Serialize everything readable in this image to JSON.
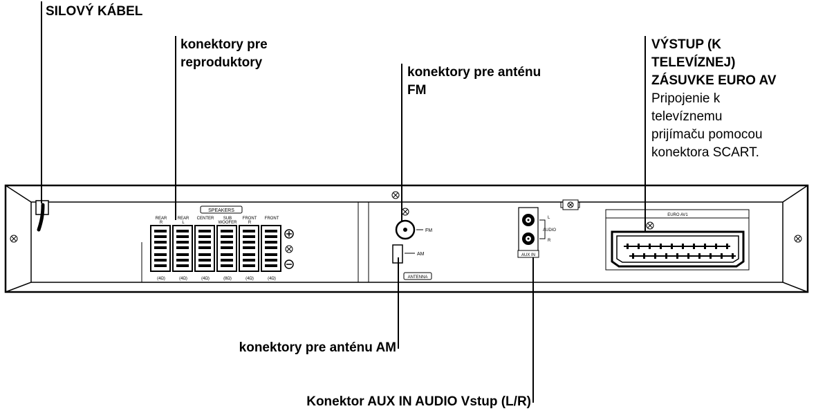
{
  "callouts": {
    "power_cable": "SILOVÝ KÁBEL",
    "speaker_connectors": [
      "konektory pre",
      "reproduktory"
    ],
    "fm_connector": [
      "konektory pre anténu",
      "FM"
    ],
    "euro_av": {
      "title": [
        "VÝSTUP (K",
        "TELEVÍZNEJ)",
        "ZÁSUVKE EURO AV"
      ],
      "description": [
        "Pripojenie k",
        "televíznemu",
        "prijímaču pomocou",
        "konektora SCART."
      ]
    },
    "am_connector": "konektory pre anténu AM",
    "aux_in": "Konektor AUX IN AUDIO Vstup (L/R)"
  },
  "panel": {
    "speakers_title": "SPEAKERS",
    "speaker_terminals": [
      {
        "label": "REAR",
        "sub": "R",
        "impedance": "(4Ω)"
      },
      {
        "label": "REAR",
        "sub": "L",
        "impedance": "(4Ω)"
      },
      {
        "label": "CENTER",
        "sub": "",
        "impedance": "(4Ω)"
      },
      {
        "label": "SUB",
        "sub": "WOOFER",
        "impedance": "(8Ω)"
      },
      {
        "label": "FRONT",
        "sub": "R",
        "impedance": "(4Ω)"
      },
      {
        "label": "FRONT",
        "sub": "",
        "impedance": "(4Ω)"
      }
    ],
    "plus_sign": "⊕",
    "minus_sign": "⊖",
    "fm_label": "FM",
    "am_label": "AM",
    "antenna_label": "ANTENNA",
    "aux_l": "L",
    "aux_r": "R",
    "aux_audio": "AUDIO",
    "aux_in_label": "AUX IN",
    "euro_av_label": "EURO AV1"
  }
}
